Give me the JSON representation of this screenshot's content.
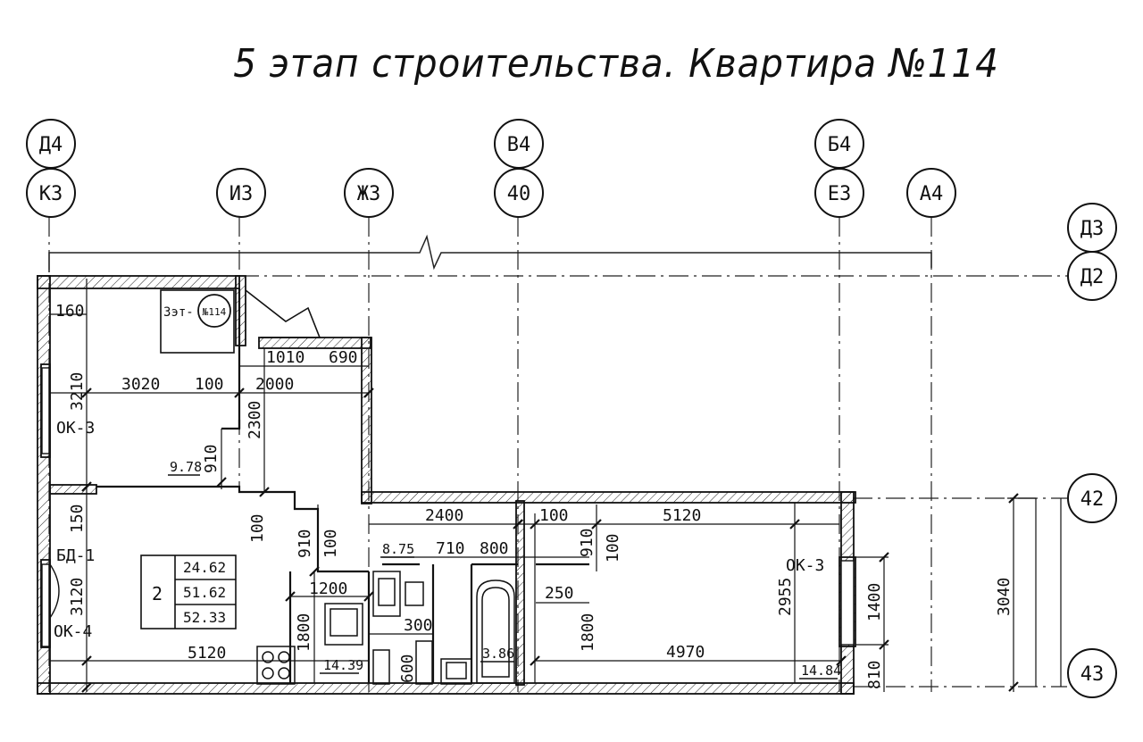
{
  "title": "5 этап строительства. Квартира №114",
  "axes": {
    "top_row1": [
      "Д4",
      "В4",
      "Б4"
    ],
    "top_row2": [
      "К3",
      "И3",
      "Ж3",
      "40",
      "Е3",
      "А4"
    ],
    "right": [
      "Д3",
      "Д2",
      "42",
      "43"
    ]
  },
  "tag": {
    "prefix": "3эт-",
    "number": "№114"
  },
  "rooms": {
    "room1_area": "9.78",
    "room2_number": "2",
    "summary": [
      "24.62",
      "51.62",
      "52.33"
    ],
    "kitchen_area": "14.39",
    "hall_area": "8.75",
    "bath_area": "3.86",
    "room3_area": "14.84"
  },
  "openings": {
    "ok3_left": "ОК-3",
    "bd1": "БД-1",
    "ok4": "ОК-4",
    "ok3_right": "ОК-3"
  },
  "dimensions": {
    "d160": "160",
    "d3210": "3210",
    "d3020": "3020",
    "d100a": "100",
    "d2000": "2000",
    "d1010": "1010",
    "d690": "690",
    "d2300": "2300",
    "d910a": "910",
    "d150": "150",
    "d3120": "3120",
    "d100b": "100",
    "d910b": "910",
    "d100c": "100",
    "d1200": "1200",
    "d1800a": "1800",
    "d5120a": "5120",
    "d2400": "2400",
    "d100d": "100",
    "d5120b": "5120",
    "d710": "710",
    "d800": "800",
    "d910c": "910",
    "d100e": "100",
    "d250": "250",
    "d300": "300",
    "d600": "600",
    "d1800b": "1800",
    "d4970": "4970",
    "d2955": "2955",
    "d1400": "1400",
    "d810": "810",
    "d3040": "3040"
  }
}
